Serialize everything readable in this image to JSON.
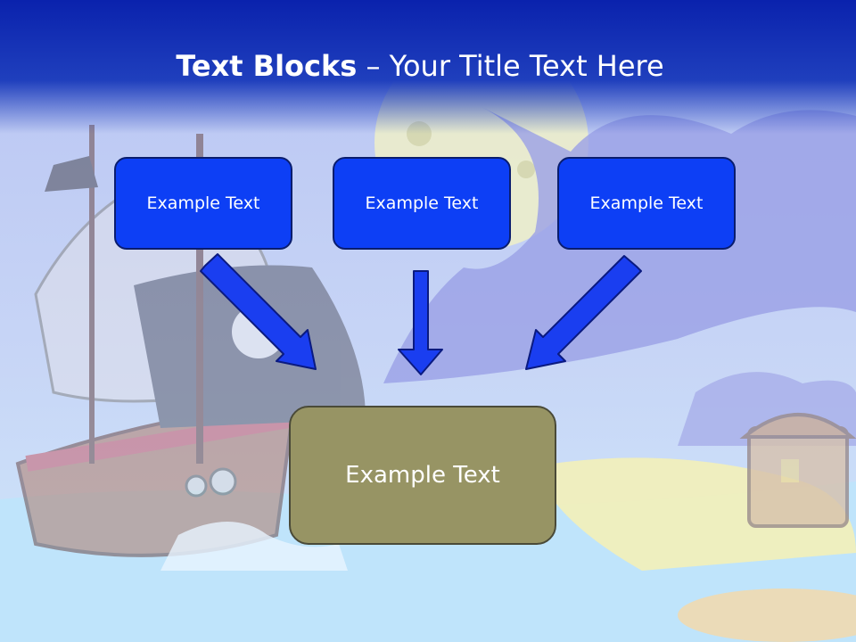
{
  "title": {
    "bold": "Text Blocks",
    "separator": " – ",
    "rest": "Your Title Text Here"
  },
  "blocks": [
    {
      "label": "Example Text"
    },
    {
      "label": "Example Text"
    },
    {
      "label": "Example Text"
    }
  ],
  "result": {
    "label": "Example Text"
  },
  "colors": {
    "header": "#0a22a8",
    "block": "#0d3ff5",
    "result": "#979464",
    "arrow": "#1a3ef0"
  }
}
